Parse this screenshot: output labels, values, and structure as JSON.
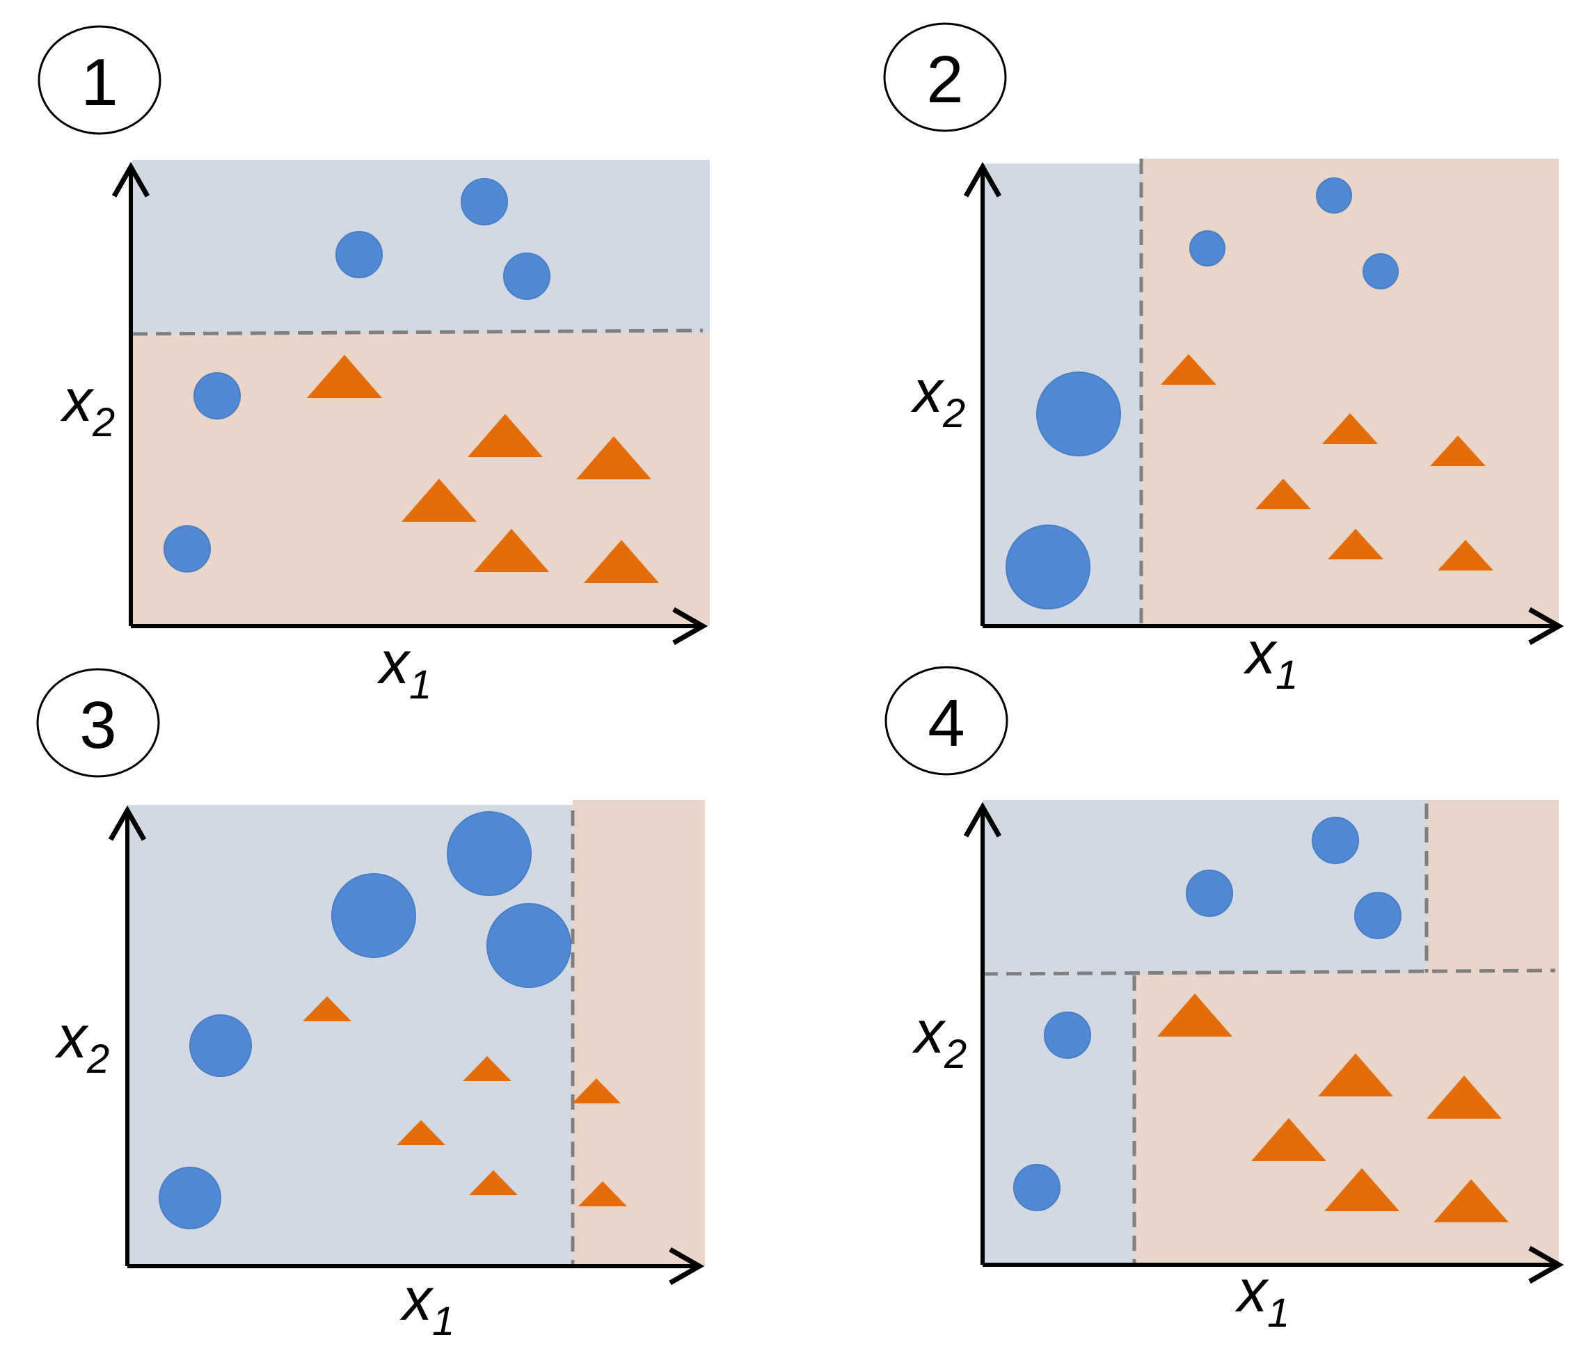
{
  "colors": {
    "blue_region": "#d1d9e4",
    "orange_region": "#e9d6c9",
    "circle": "#5289d4",
    "circle_stroke": "#4a7ec4",
    "triangle": "#e46c0a",
    "axis": "#000000",
    "boundary": "#7f7f7f"
  },
  "panels": [
    {
      "number": "1",
      "x_axis": {
        "name": "x",
        "subscript": "1"
      },
      "y_axis": {
        "name": "x",
        "subscript": "2"
      },
      "split": "horizontal",
      "regions": [
        "blue (upper)",
        "orange (lower)"
      ],
      "circle_count": 5,
      "triangle_count": 6,
      "weights": "equal"
    },
    {
      "number": "2",
      "x_axis": {
        "name": "x",
        "subscript": "1"
      },
      "y_axis": {
        "name": "x",
        "subscript": "2"
      },
      "split": "vertical",
      "regions": [
        "blue (left)",
        "orange (right)"
      ],
      "circle_count": 5,
      "triangle_count": 6,
      "weights": "misclassified circles enlarged"
    },
    {
      "number": "3",
      "x_axis": {
        "name": "x",
        "subscript": "1"
      },
      "y_axis": {
        "name": "x",
        "subscript": "2"
      },
      "split": "vertical",
      "regions": [
        "blue (left)",
        "orange (right)"
      ],
      "circle_count": 5,
      "triangle_count": 6,
      "weights": "misclassified circles enlarged"
    },
    {
      "number": "4",
      "x_axis": {
        "name": "x",
        "subscript": "1"
      },
      "y_axis": {
        "name": "x",
        "subscript": "2"
      },
      "split": "combined",
      "regions": [
        "blue (upper)",
        "blue (lower-left)",
        "orange (upper-right)",
        "orange (lower-right)"
      ],
      "circle_count": 5,
      "triangle_count": 6,
      "weights": "equal"
    }
  ]
}
